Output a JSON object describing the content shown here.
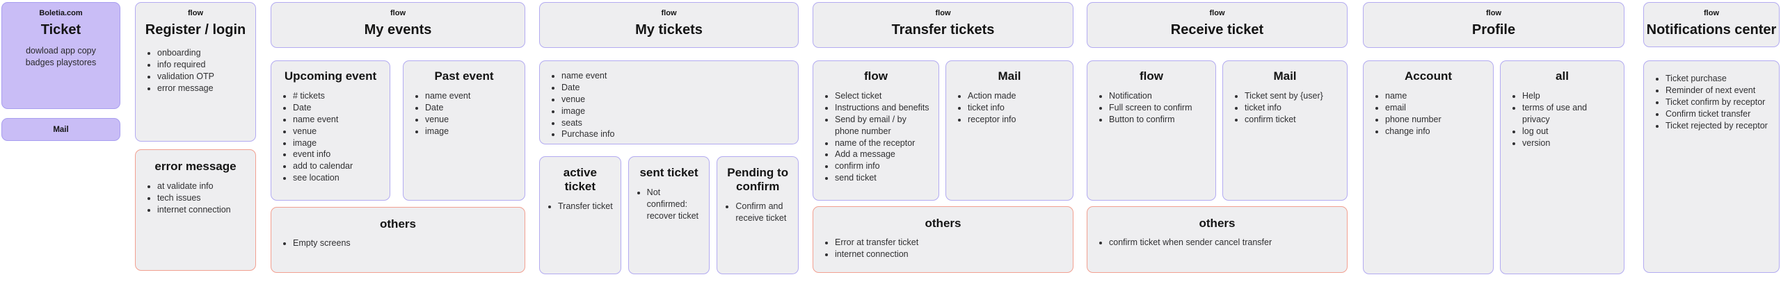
{
  "colors": {
    "purple_fill": "#c9bdf6",
    "purple_border": "#a89ef0",
    "card_fill": "#eeeef0",
    "card_border_purple": "#b3abf1",
    "card_border_alert": "#f2a091"
  },
  "brand": {
    "site": "Boletia.com",
    "product": "Ticket",
    "note": "dowload app copy badges playstores",
    "mail": "Mail"
  },
  "register": {
    "kicker": "flow",
    "title": "Register / login",
    "items": [
      "onboarding",
      "info required",
      "validation OTP",
      "error message"
    ],
    "errors": {
      "title": "error message",
      "items": [
        "at validate info",
        "tech issues",
        "internet connection"
      ]
    }
  },
  "my_events": {
    "kicker": "flow",
    "title": "My events",
    "upcoming": {
      "title": "Upcoming event",
      "items": [
        "# tickets",
        "Date",
        "name event",
        "venue",
        "image",
        "event info",
        "add to calendar",
        "see location"
      ]
    },
    "past": {
      "title": "Past event",
      "items": [
        "name event",
        "Date",
        "venue",
        "image"
      ]
    },
    "others": {
      "title": "others",
      "items": [
        "Empty screens"
      ]
    }
  },
  "my_tickets": {
    "kicker": "flow",
    "title": "My tickets",
    "details": {
      "items": [
        "name event",
        "Date",
        "venue",
        "image",
        "seats",
        "Purchase info"
      ]
    },
    "active": {
      "title": "active ticket",
      "items": [
        "Transfer ticket"
      ]
    },
    "sent": {
      "title": "sent ticket",
      "items": [
        "Not confirmed: recover ticket"
      ]
    },
    "pending": {
      "title": "Pending to confirm",
      "items": [
        "Confirm and receive ticket"
      ]
    }
  },
  "transfer": {
    "kicker": "flow",
    "title": "Transfer tickets",
    "flow": {
      "title": "flow",
      "items": [
        "Select ticket",
        "Instructions and benefits",
        "Send by email / by phone number",
        "name of the receptor",
        "Add a message",
        "confirm info",
        "send ticket"
      ]
    },
    "mail": {
      "title": "Mail",
      "items": [
        "Action made",
        "ticket info",
        "receptor info"
      ]
    },
    "others": {
      "title": "others",
      "items": [
        "Error at transfer ticket",
        "internet connection"
      ]
    }
  },
  "receive": {
    "kicker": "flow",
    "title": "Receive ticket",
    "flow": {
      "title": "flow",
      "items": [
        "Notification",
        "Full screen to confirm",
        "Button to confirm"
      ]
    },
    "mail": {
      "title": "Mail",
      "items": [
        "Ticket sent by {user}",
        "ticket info",
        "confirm ticket"
      ]
    },
    "others": {
      "title": "others",
      "items": [
        "confirm ticket when sender cancel transfer"
      ]
    }
  },
  "profile": {
    "kicker": "flow",
    "title": "Profile",
    "account": {
      "title": "Account",
      "items": [
        "name",
        "email",
        "phone number",
        "change info"
      ]
    },
    "all": {
      "title": "all",
      "items": [
        "Help",
        "terms of use and privacy",
        "log out",
        "version"
      ]
    }
  },
  "notifications": {
    "kicker": "flow",
    "title": "Notifications center",
    "items": [
      "Ticket purchase",
      "Reminder of next event",
      "Ticket confirm by receptor",
      "Confirm ticket transfer",
      "Ticket rejected by receptor"
    ]
  }
}
